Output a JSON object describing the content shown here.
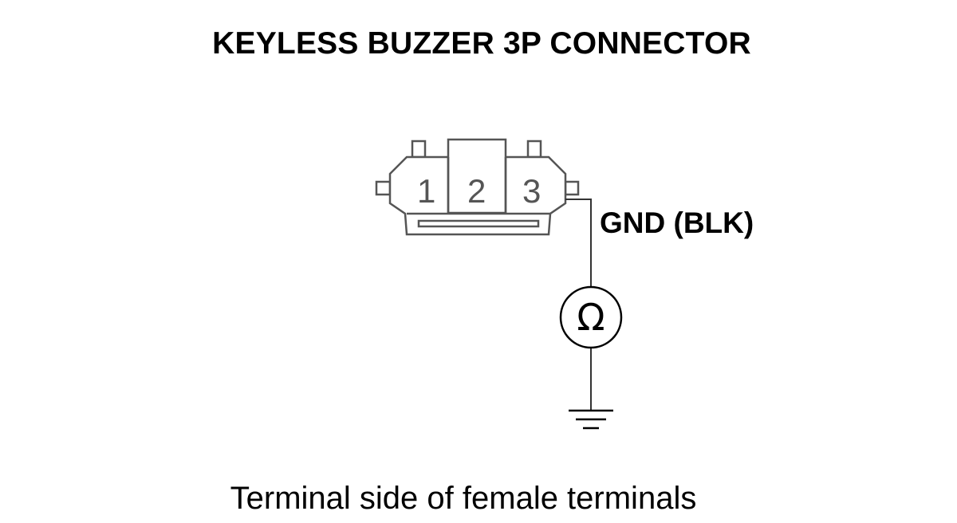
{
  "title": "KEYLESS BUZZER 3P CONNECTOR",
  "caption": "Terminal side of female terminals",
  "connector": {
    "pins": [
      "1",
      "2",
      "3"
    ]
  },
  "wire": {
    "label": "GND (BLK)",
    "from_pin": "3"
  },
  "meter": {
    "symbol": "Ω",
    "icon": "ohmmeter-icon"
  },
  "ground": {
    "icon": "ground-icon"
  }
}
